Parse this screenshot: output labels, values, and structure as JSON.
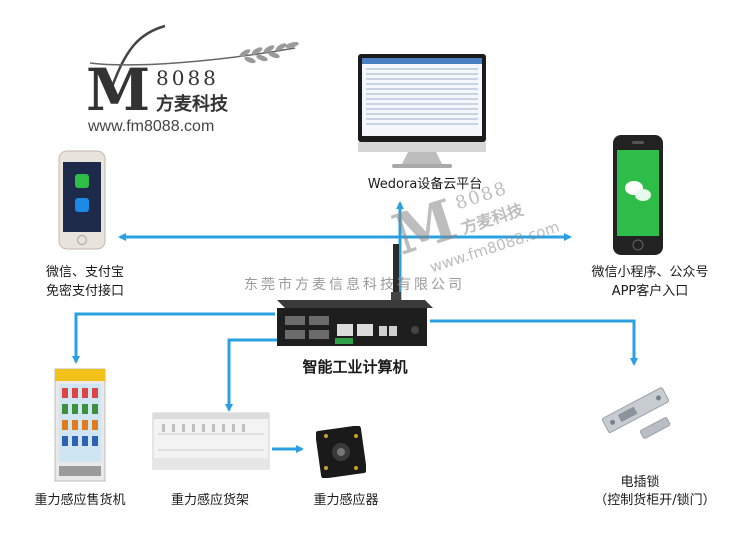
{
  "logo": {
    "mark": "M",
    "digits": "8088",
    "company": "方麦科技",
    "url": "www.fm8088.com"
  },
  "watermark": {
    "company_line": "东莞市方麦信息科技有限公司",
    "url": "www.fm8088.com",
    "digits": "8088",
    "company": "方麦科技"
  },
  "nodes": {
    "cloud": "Wedora设备云平台",
    "left_phone_line1": "微信、支付宝",
    "left_phone_line2": "免密支付接口",
    "right_phone_line1": "微信小程序、公众号",
    "right_phone_line2": "APP客户入口",
    "computer": "智能工业计算机",
    "vending": "重力感应售货机",
    "shelf": "重力感应货架",
    "sensor": "重力感应器",
    "lock_line1": "电插锁",
    "lock_line2": "（控制货柜开/锁门）"
  },
  "colors": {
    "arrow": "#2aa0e0",
    "wechat_green": "#2fbd4a",
    "device_dark": "#1e1e1e"
  }
}
